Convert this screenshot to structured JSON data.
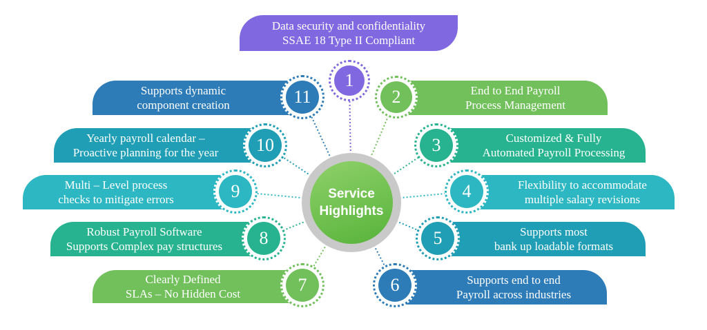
{
  "hub": {
    "line1": "Service",
    "line2": "Highlights"
  },
  "colors": {
    "purple": "#7f68e0",
    "green": "#72c05c",
    "teal": "#27b38f",
    "cyan": "#2db7c3",
    "darkcyan": "#1f9eb5",
    "blue": "#2d7cb8",
    "hub": "#6cc24a"
  },
  "highlights": [
    {
      "number": "1",
      "lines": [
        "Data security and confidentiality",
        "SSAE 18 Type II Compliant"
      ],
      "color": "purple"
    },
    {
      "number": "2",
      "lines": [
        "End to End Payroll",
        "Process Management"
      ],
      "color": "green"
    },
    {
      "number": "3",
      "lines": [
        "Customized & Fully",
        "Automated Payroll Processing"
      ],
      "color": "teal"
    },
    {
      "number": "4",
      "lines": [
        "Flexibility to accommodate",
        "multiple salary revisions"
      ],
      "color": "cyan"
    },
    {
      "number": "5",
      "lines": [
        "Supports most",
        "bank up loadable formats"
      ],
      "color": "darkcyan"
    },
    {
      "number": "6",
      "lines": [
        "Supports end to end",
        "Payroll across industries"
      ],
      "color": "blue"
    },
    {
      "number": "7",
      "lines": [
        "Clearly Defined",
        "SLAs – No Hidden Cost"
      ],
      "color": "green"
    },
    {
      "number": "8",
      "lines": [
        "Robust Payroll Software",
        "Supports Complex pay structures"
      ],
      "color": "teal"
    },
    {
      "number": "9",
      "lines": [
        "Multi – Level process",
        "checks to mitigate errors"
      ],
      "color": "cyan"
    },
    {
      "number": "10",
      "lines": [
        "Yearly payroll calendar –",
        "Proactive planning for the year"
      ],
      "color": "darkcyan"
    },
    {
      "number": "11",
      "lines": [
        "Supports dynamic",
        "component creation"
      ],
      "color": "blue"
    }
  ]
}
